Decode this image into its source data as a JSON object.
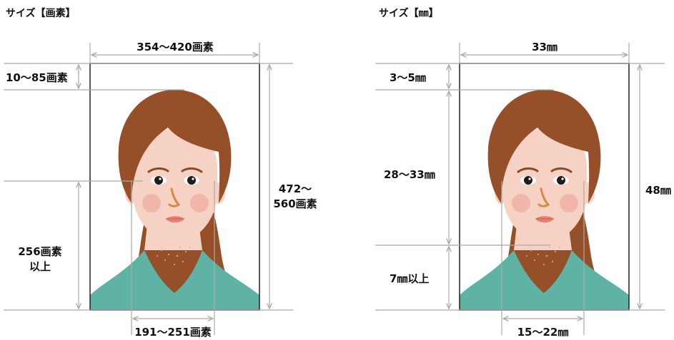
{
  "left_panel": {
    "title": "サイズ【画素】",
    "width_label": "354〜420画素",
    "top_margin_label": "10〜85画素",
    "height_label_line1": "472〜",
    "height_label_line2": "560画素",
    "chin_label_line1": "256画素",
    "chin_label_line2": "以上",
    "face_width_label": "191〜251画素"
  },
  "right_panel": {
    "title": "サイズ【㎜】",
    "width_label": "33㎜",
    "top_margin_label": "3〜5㎜",
    "face_height_label": "28〜33㎜",
    "height_label": "48㎜",
    "bottom_label": "7㎜以上",
    "face_width_label": "15〜22㎜"
  },
  "colors": {
    "hair": "#95502a",
    "skin": "#f6d2c4",
    "shirt": "#5fb3a5",
    "guide_line": "#a9a9a9",
    "frame": "#222222"
  }
}
